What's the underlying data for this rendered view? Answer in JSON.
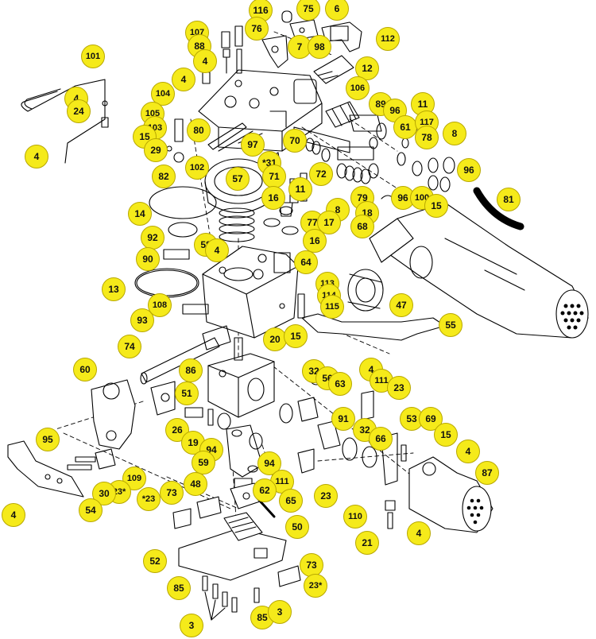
{
  "diagram": {
    "callouts": [
      "116",
      "75",
      "6",
      "107",
      "76",
      "88",
      "112",
      "4",
      "7",
      "98",
      "101",
      "12",
      "4",
      "104",
      "106",
      "89",
      "96",
      "11",
      "4",
      "24",
      "105",
      "103",
      "80",
      "61",
      "117",
      "15",
      "29",
      "97",
      "70",
      "78",
      "8",
      "4",
      "102",
      "*31",
      "71",
      "72",
      "11",
      "96",
      "82",
      "57",
      "81",
      "16",
      "8",
      "79",
      "96",
      "100",
      "14",
      "77",
      "17",
      "18",
      "15",
      "68",
      "92",
      "16",
      "58",
      "4",
      "90",
      "64",
      "13",
      "113",
      "114",
      "47",
      "108",
      "115",
      "55",
      "93",
      "20",
      "15",
      "74",
      "4",
      "60",
      "86",
      "32",
      "56",
      "63",
      "111",
      "23",
      "51",
      "91",
      "53",
      "69",
      "26",
      "32",
      "66",
      "15",
      "19",
      "94",
      "95",
      "59",
      "94",
      "4",
      "87",
      "73",
      "48",
      "111",
      "62",
      "109",
      "23*",
      "*23",
      "65",
      "23",
      "30",
      "54",
      "4",
      "110",
      "50",
      "21",
      "4",
      "52",
      "73",
      "85",
      "23*",
      "85",
      "3",
      "3"
    ]
  }
}
